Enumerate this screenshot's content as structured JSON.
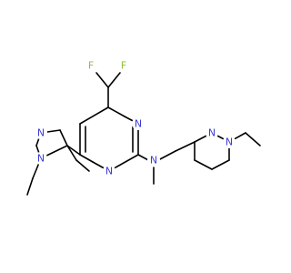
{
  "colors": {
    "background": "#ffffff",
    "bond": "#000000",
    "nitrogen": "#3b3bd9",
    "fluorine": "#8fbf3a"
  },
  "atoms": [
    {
      "id": "F1",
      "symbol": "F",
      "color": "#8fbf3a"
    },
    {
      "id": "F2",
      "symbol": "F",
      "color": "#8fbf3a"
    },
    {
      "id": "N_pyr_top",
      "symbol": "N",
      "color": "#3b3bd9"
    },
    {
      "id": "N_pyr_bottom",
      "symbol": "N",
      "color": "#3b3bd9"
    },
    {
      "id": "N_amine",
      "symbol": "N",
      "color": "#3b3bd9"
    },
    {
      "id": "N_left_1",
      "symbol": "N",
      "color": "#3b3bd9"
    },
    {
      "id": "N_left_2",
      "symbol": "N",
      "color": "#3b3bd9"
    },
    {
      "id": "N_right_1",
      "symbol": "N",
      "color": "#3b3bd9"
    },
    {
      "id": "N_right_2",
      "symbol": "N",
      "color": "#3b3bd9"
    }
  ]
}
